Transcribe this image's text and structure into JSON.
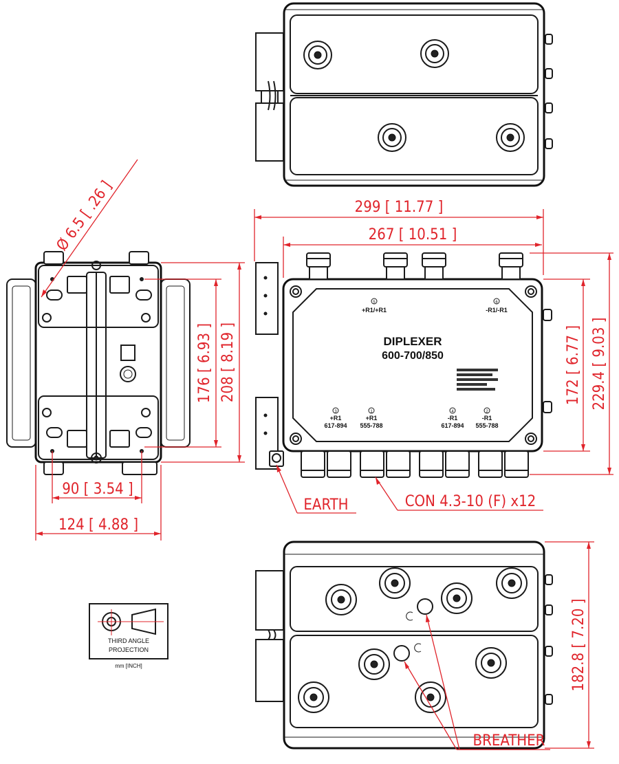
{
  "product": {
    "name": "DIPLEXER",
    "band": "600-700/850"
  },
  "ports": {
    "top_left": {
      "num": "5",
      "label": "+R1/+R1"
    },
    "top_right": {
      "num": "6",
      "label": "-R1/-R1"
    },
    "b3": {
      "num": "3",
      "label1": "+R1",
      "label2": "617-894"
    },
    "b1": {
      "num": "1",
      "label1": "+R1",
      "label2": "555-788"
    },
    "b4": {
      "num": "4",
      "label1": "-R1",
      "label2": "617-894"
    },
    "b2": {
      "num": "2",
      "label1": "-R1",
      "label2": "555-788"
    }
  },
  "dimensions": {
    "overall_width": "299 [ 11.77 ]",
    "body_width": "267 [ 10.51 ]",
    "body_height": "172 [ 6.77 ]",
    "overall_height": "229.4 [ 9.03 ]",
    "side_176": "176 [ 6.93 ]",
    "side_208": "208 [ 8.19 ]",
    "side_90": "90 [ 3.54 ]",
    "side_124": "124 [ 4.88 ]",
    "hole_dia": "Ø 6.5 [ .26 ]",
    "bottom_depth": "182.8 [ 7.20 ]"
  },
  "callouts": {
    "earth": "EARTH",
    "connectors": "CON 4.3-10 (F) x12",
    "breather": "BREATHER"
  },
  "projection": {
    "line1": "THIRD ANGLE",
    "line2": "PROJECTION",
    "units": "mm [INCH]"
  },
  "colors": {
    "dimension": "#e0242b",
    "outline": "#1a1a1a"
  }
}
